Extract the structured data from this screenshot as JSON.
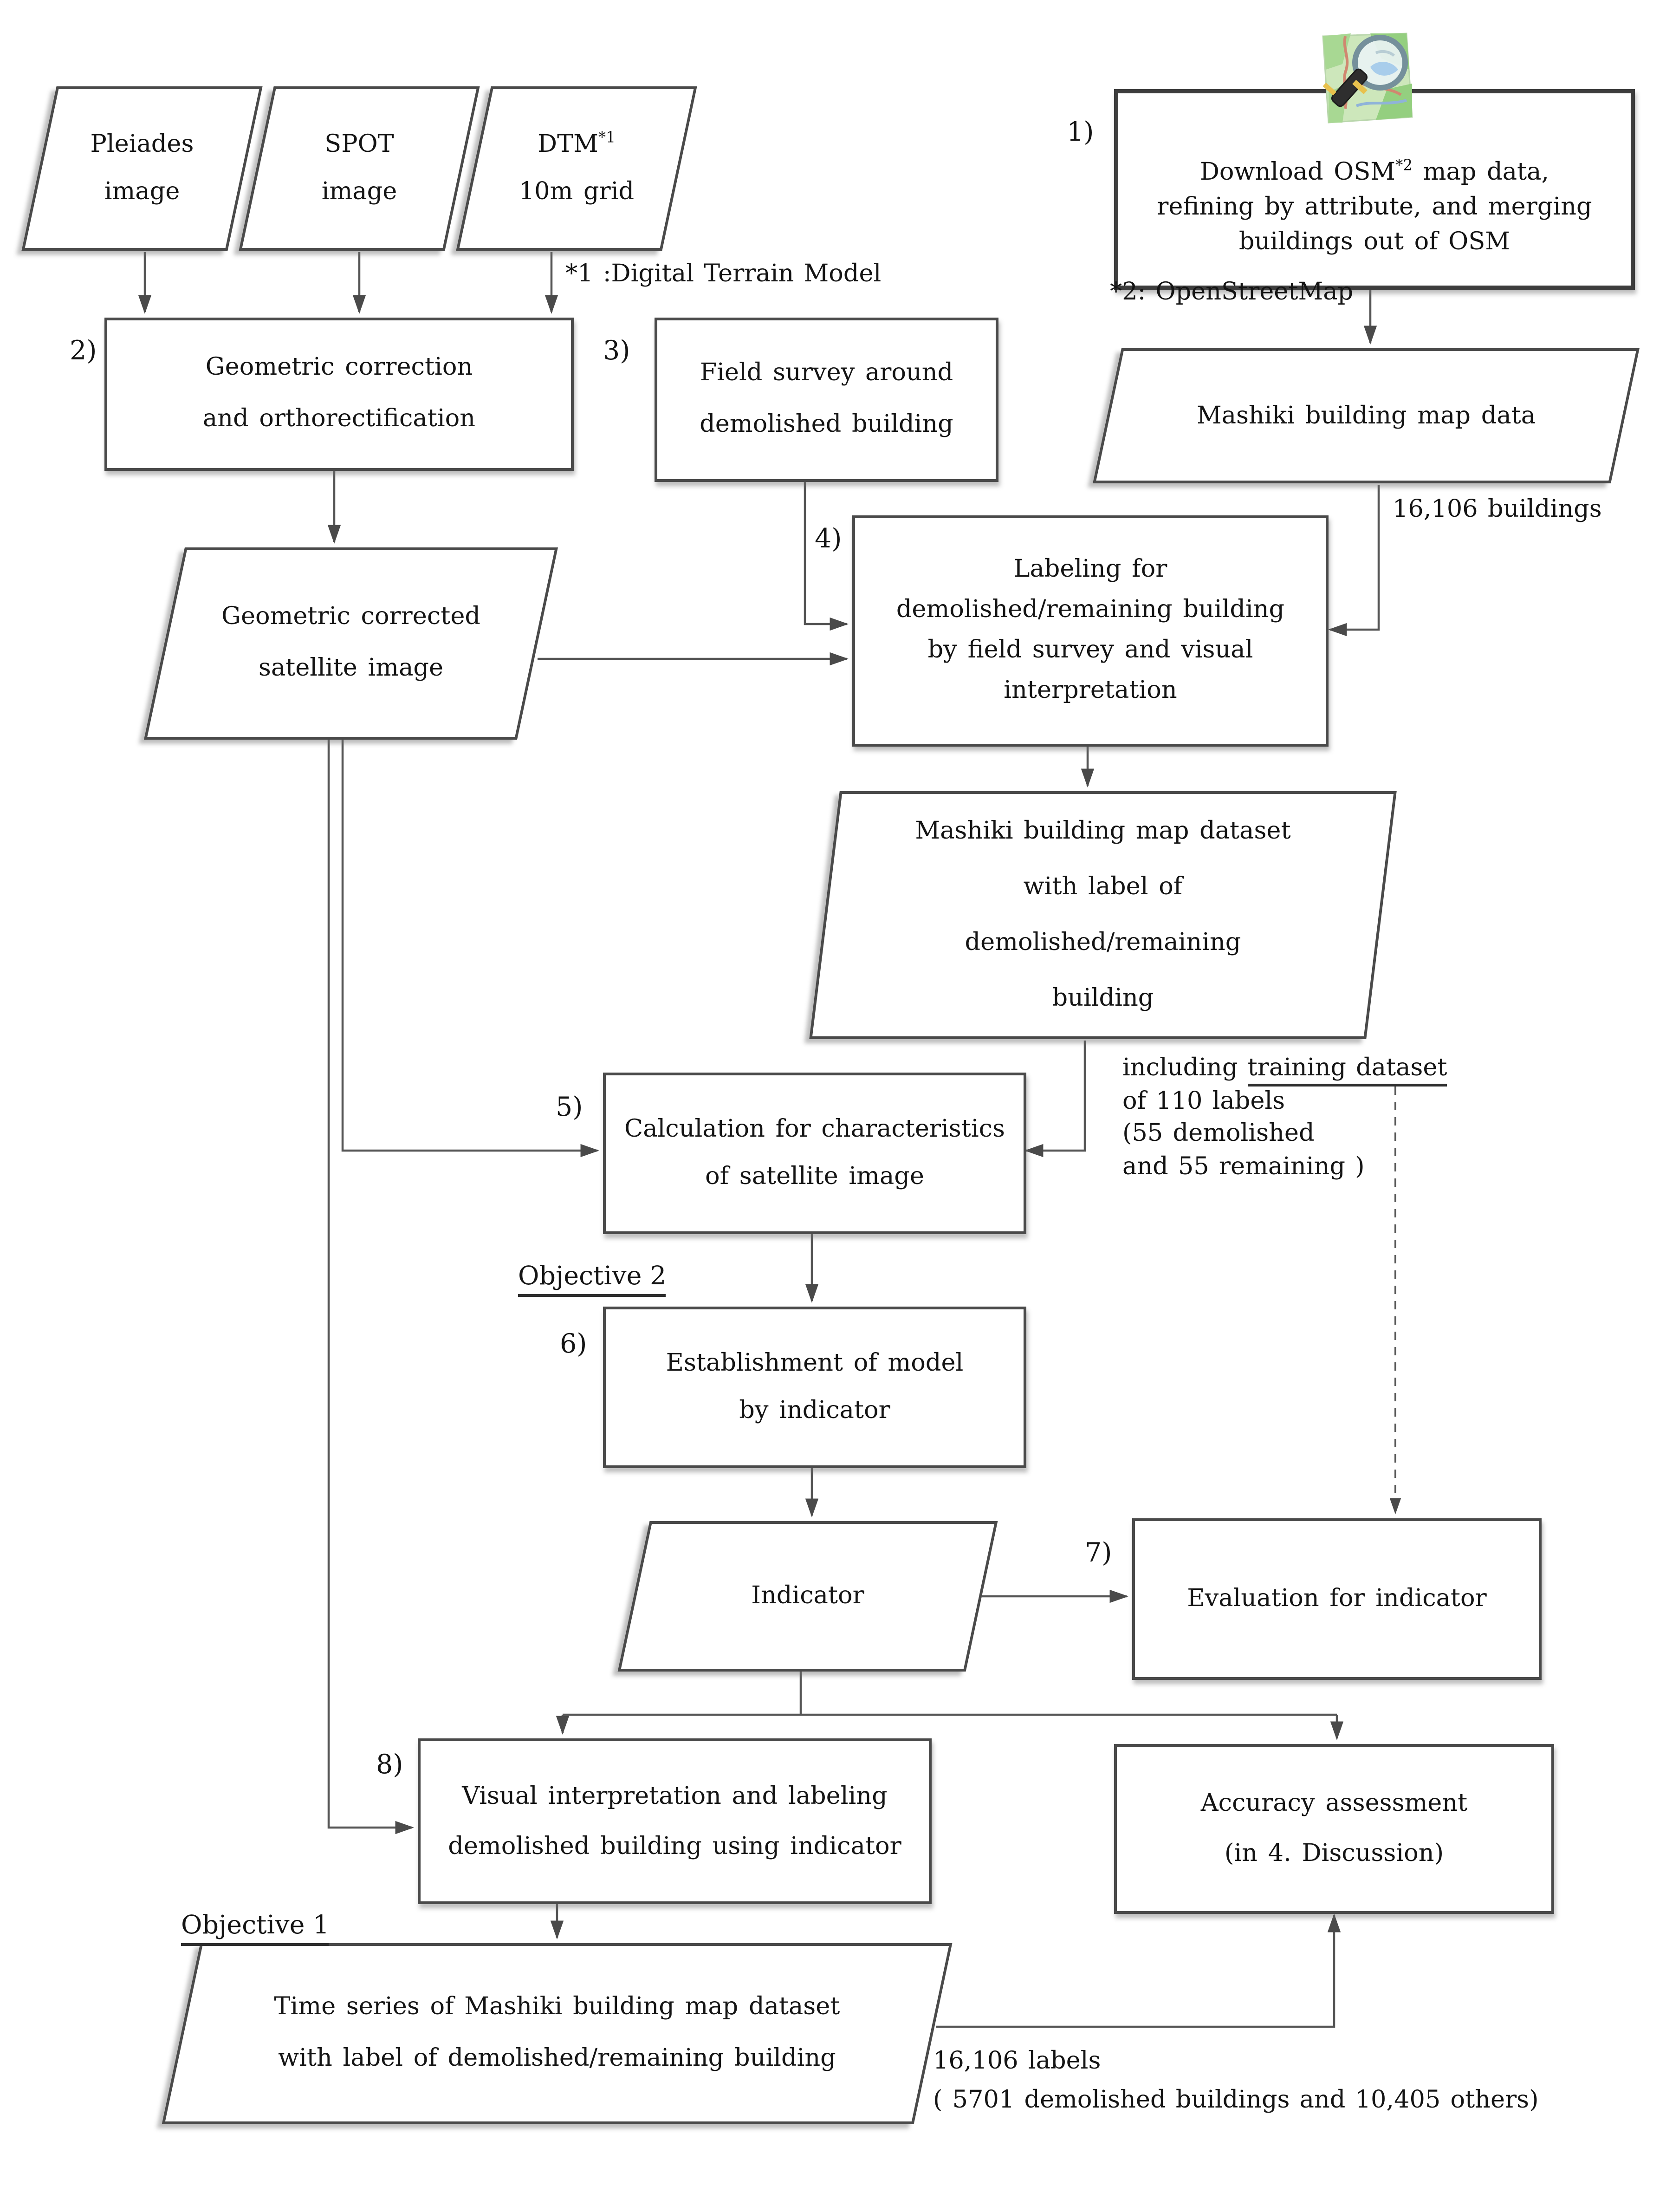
{
  "title": "Methodology flowchart for labeling demolished/remaining buildings",
  "steps": {
    "s1": "1)",
    "s2": "2)",
    "s3": "3)",
    "s4": "4)",
    "s5": "5)",
    "s6": "6)",
    "s7": "7)",
    "s8": "8)"
  },
  "nodes": {
    "pleiades": {
      "label": "Pleiades\nimage"
    },
    "spot": {
      "label": "SPOT\nimage"
    },
    "dtm": {
      "line1_pre": "DTM",
      "line1_sup": "*1",
      "line2": "10m grid"
    },
    "box1": {
      "line1_pre": "Download  OSM",
      "line1_sup": "*2",
      "line1_post": " map data,",
      "line2": "refining by attribute, and merging",
      "line3": "buildings out of OSM"
    },
    "box2": {
      "label": "Geometric correction\nand orthorectification"
    },
    "box3": {
      "label": "Field survey around\ndemolished building"
    },
    "mashiki_map": {
      "label": "Mashiki building map data"
    },
    "box4": {
      "label": "Labeling for\ndemolished/remaining building\nby field survey and visual\ninterpretation"
    },
    "sat_image": {
      "label": "Geometric corrected\nsatellite image"
    },
    "dataset": {
      "label": "Mashiki building map dataset\nwith label of\ndemolished/remaining\nbuilding"
    },
    "box5": {
      "label": "Calculation for characteristics\nof satellite image"
    },
    "box6": {
      "label": "Establishment of model\nby indicator"
    },
    "indicator": {
      "label": "Indicator"
    },
    "box7": {
      "label": "Evaluation for indicator"
    },
    "box8": {
      "label": "Visual interpretation and labeling\ndemolished building using indicator"
    },
    "accuracy": {
      "label": "Accuracy assessment\n(in 4. Discussion)"
    },
    "timeseries": {
      "label": "Time series of Mashiki building map dataset\nwith label of demolished/remaining building"
    }
  },
  "annotations": {
    "footnote1": "*1 :Digital Terrain Model",
    "footnote2": "*2: OpenStreetMap",
    "buildings_count": "16,106 buildings",
    "training_pre": "including ",
    "training_underlined": "training dataset",
    "training_rest": "of 110 labels\n(55 demolished\nand 55 remaining )",
    "objective2": "Objective 2",
    "objective1": "Objective 1",
    "labels_count_line1": "16,106 labels",
    "labels_count_line2": "( 5701 demolished buildings and 10,405 others)"
  },
  "icons": {
    "osm_logo": "map with magnifying glass (OpenStreetMap logo)"
  },
  "colors": {
    "line": "#4d4d4d",
    "border": "#4a4a4a",
    "text": "#141414",
    "map_green_light": "#cde7bb",
    "map_green_dark": "#94cf7f",
    "map_road_red": "#d08770",
    "map_water_blue": "#a8cdeb",
    "lens_rim": "#75909b",
    "handle_dark": "#2e2e2e",
    "handle_yellow": "#e8c14d"
  }
}
